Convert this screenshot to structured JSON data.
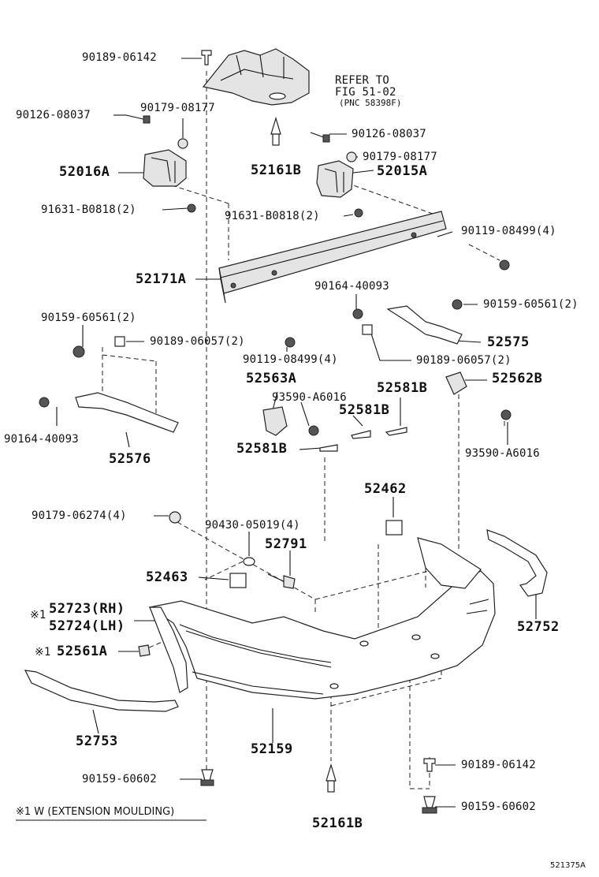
{
  "labels": {
    "p90189_06142_top": "90189-06142",
    "refer_line1": "REFER TO",
    "refer_line2": "FIG 51-02",
    "refer_line3": "(PNC 58398F)",
    "p90126_08037_left": "90126-08037",
    "p90179_08177_left": "90179-08177",
    "p90126_08037_right": "90126-08037",
    "p90179_08177_right": "90179-08177",
    "p52016A": "52016A",
    "p52161B_top": "52161B",
    "p52015A": "52015A",
    "p91631_left": "91631-B0818(2)",
    "p91631_right": "91631-B0818(2)",
    "p90119_08499_right": "90119-08499(4)",
    "p52171A": "52171A",
    "p90164_40093_mid": "90164-40093",
    "p90159_60561_right": "90159-60561(2)",
    "p90159_60561_left": "90159-60561(2)",
    "p90189_06057_left": "90189-06057(2)",
    "p52575": "52575",
    "p90119_08499_mid": "90119-08499(4)",
    "p90189_06057_right": "90189-06057(2)",
    "p52563A": "52563A",
    "p52581B_a": "52581B",
    "p52562B": "52562B",
    "p93590_mid": "93590-A6016",
    "p52581B_b": "52581B",
    "p90164_40093_left": "90164-40093",
    "p52581B_c": "52581B",
    "p52576": "52576",
    "p93590_right": "93590-A6016",
    "p52462": "52462",
    "p90179_06274": "90179-06274(4)",
    "p90430_05019": "90430-05019(4)",
    "p52791": "52791",
    "p52463": "52463",
    "p52723_mark": "※1",
    "p52723": "52723(RH)",
    "p52724": "52724(LH)",
    "p52752": "52752",
    "p52561A_mark": "※1",
    "p52561A": "52561A",
    "p52753": "52753",
    "p52159": "52159",
    "p90189_06142_bottom": "90189-06142",
    "p90159_60602_left": "90159-60602",
    "p90159_60602_right": "90159-60602",
    "p52161B_bottom": "52161B",
    "footnote": "※1 W (EXTENSION MOULDING)",
    "drawing_code": "521375A"
  }
}
